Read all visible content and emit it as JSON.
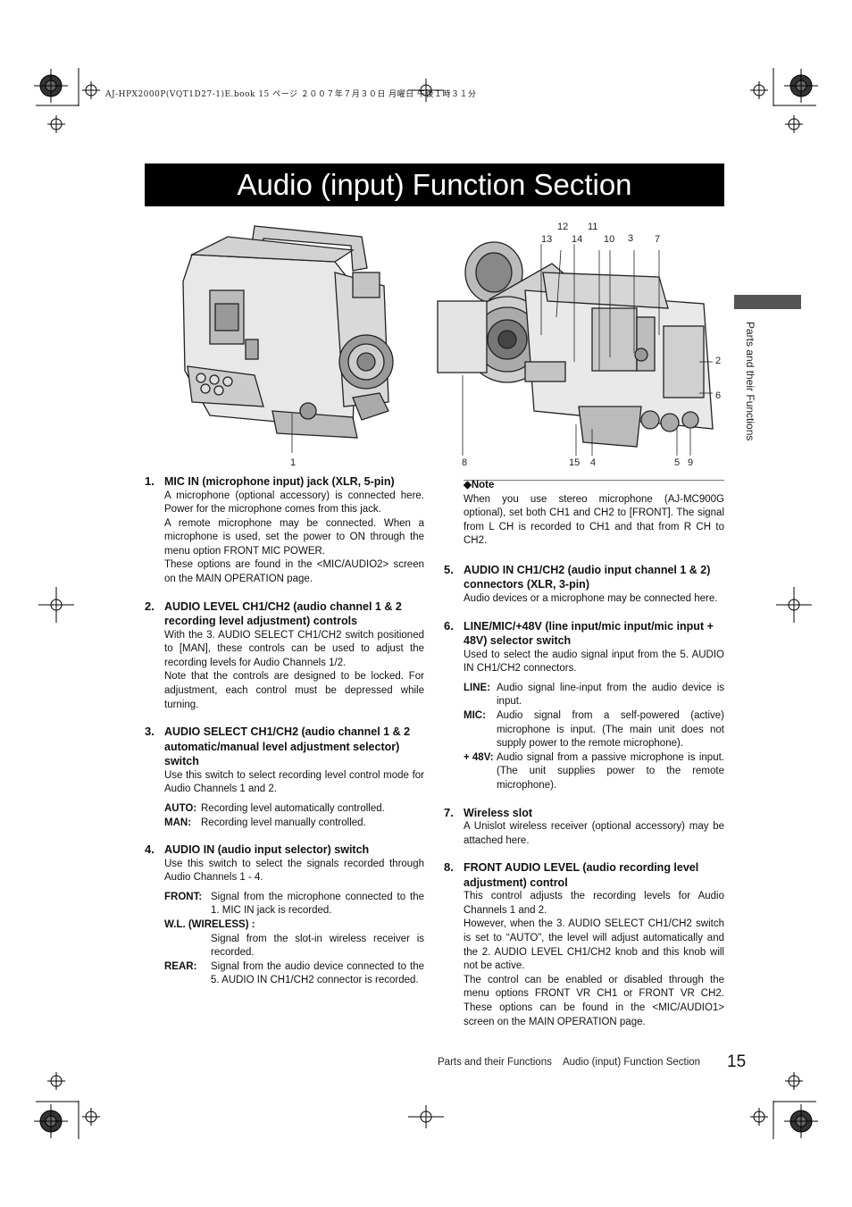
{
  "print_line": "AJ-HPX2000P(VQT1D27-1)E.book  15 ページ  ２００７年７月３０日  月曜日  午後１時３１分",
  "title": "Audio (input) Function Section",
  "side_label": "Parts and their Functions",
  "figure_left": {
    "callouts": [
      "1"
    ]
  },
  "figure_right": {
    "callouts_top": [
      "12",
      "11",
      "13",
      "14",
      "10",
      "3",
      "7"
    ],
    "callouts_right": [
      "2",
      "6"
    ],
    "callouts_bottom": [
      "8",
      "15",
      "4",
      "5",
      "9"
    ]
  },
  "items_left": [
    {
      "num": "1.",
      "head": "MIC IN (microphone input) jack (XLR, 5-pin)",
      "body": "A microphone (optional accessory) is connected here. Power for the microphone comes from this jack.\nA remote microphone may be connected. When a microphone is used, set the power to ON through the menu option FRONT MIC POWER.\nThese options are found in the <MIC/AUDIO2> screen on the MAIN OPERATION page."
    },
    {
      "num": "2.",
      "head": "AUDIO LEVEL CH1/CH2 (audio channel 1 & 2 recording level adjustment) controls",
      "body": "With the 3. AUDIO SELECT CH1/CH2 switch positioned to [MAN], these controls can be used to adjust the recording levels for Audio Channels 1/2.\nNote that the controls are designed to be locked. For adjustment, each control must be depressed while turning."
    },
    {
      "num": "3.",
      "head": "AUDIO SELECT CH1/CH2 (audio channel 1 & 2 automatic/manual level adjustment selector) switch",
      "body": "Use this switch to select recording level control mode for Audio Channels 1 and 2.",
      "defs": [
        {
          "term": "AUTO:",
          "desc": "Recording level automatically controlled."
        },
        {
          "term": "MAN:",
          "desc": "Recording level manually controlled."
        }
      ]
    },
    {
      "num": "4.",
      "head": "AUDIO IN (audio input selector) switch",
      "body": "Use this switch to select the signals recorded through Audio Channels 1 - 4.",
      "defs": [
        {
          "term": "FRONT:",
          "desc": "Signal from the microphone connected to the 1. MIC IN jack is recorded."
        },
        {
          "term": "W.L. (WIRELESS) :",
          "desc": "Signal from the slot-in wireless receiver is recorded."
        },
        {
          "term": "REAR:",
          "desc": "Signal from the audio device connected to the 5. AUDIO IN CH1/CH2 connector is recorded."
        }
      ]
    }
  ],
  "note": {
    "heading": "◆Note",
    "body": "When you use stereo microphone (AJ-MC900G optional), set both CH1 and CH2 to [FRONT]. The signal from L CH is recorded to CH1 and that from R CH to CH2."
  },
  "items_right": [
    {
      "num": "5.",
      "head": "AUDIO IN CH1/CH2 (audio input channel 1 & 2) connectors (XLR, 3-pin)",
      "body": "Audio devices or a microphone may be connected here."
    },
    {
      "num": "6.",
      "head": "LINE/MIC/+48V (line input/mic input/mic input + 48V) selector switch",
      "body": "Used to select the audio signal input from the 5. AUDIO IN CH1/CH2 connectors.",
      "defs": [
        {
          "term": "LINE:",
          "desc": "Audio signal line-input from the audio device is input."
        },
        {
          "term": "MIC:",
          "desc": "Audio signal from a self-powered (active) microphone is input. (The main unit does not supply power to the remote microphone)."
        },
        {
          "term": "+ 48V:",
          "desc": "Audio signal from a passive microphone is input. (The unit supplies power to the remote microphone)."
        }
      ]
    },
    {
      "num": "7.",
      "head": "Wireless slot",
      "body": "A Unislot wireless receiver (optional accessory) may be attached here."
    },
    {
      "num": "8.",
      "head": "FRONT AUDIO LEVEL (audio recording level adjustment) control",
      "body": "This control adjusts the recording levels for Audio Channels 1 and 2.\nHowever, when the 3. AUDIO SELECT CH1/CH2 switch is set to “AUTO”, the level will adjust automatically and the 2. AUDIO LEVEL CH1/CH2 knob and this knob will not be active.\nThe control can be enabled or disabled through the menu options FRONT VR CH1 or FRONT VR CH2. These options can be found in the <MIC/AUDIO1> screen on the MAIN OPERATION page."
    }
  ],
  "footer": {
    "text": "Parts and their Functions    Audio (input) Function Section",
    "page": "15"
  }
}
